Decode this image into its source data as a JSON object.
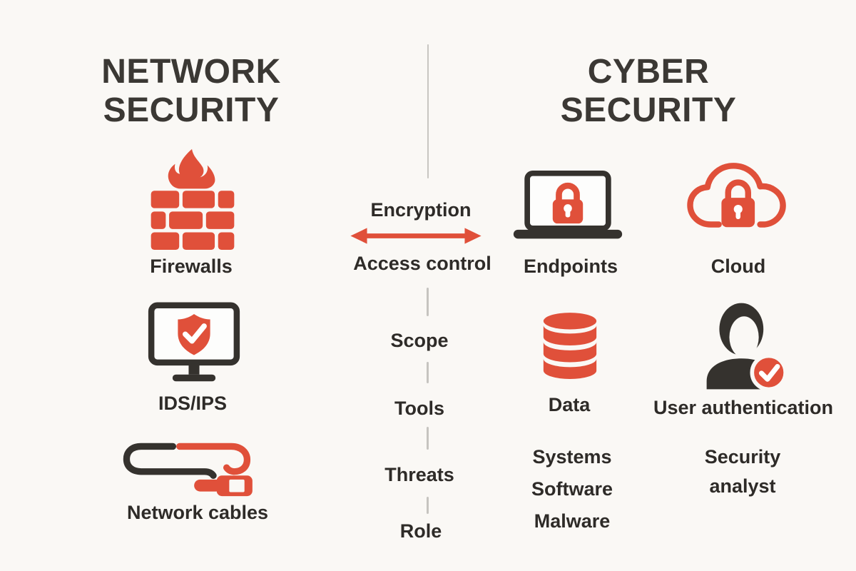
{
  "palette": {
    "background": "#FAF8F5",
    "accent_red": "#E0503A",
    "ink": "#35322E",
    "divider_gray": "#C8C6C2",
    "screen_white": "#FDFDFC"
  },
  "left_column": {
    "title_line1": "NETWORK",
    "title_line2": "SECURITY",
    "items": [
      {
        "icon": "firewall-icon",
        "label": "Firewalls"
      },
      {
        "icon": "ids-ips-monitor-icon",
        "label": "IDS/IPS"
      },
      {
        "icon": "network-cables-icon",
        "label": "Network cables"
      }
    ]
  },
  "center_column": {
    "shared_terms": [
      "Encryption",
      "Access control"
    ],
    "arrow_icon": "double-arrow-icon",
    "axis_terms": [
      "Scope",
      "Tools",
      "Threats",
      "Role"
    ]
  },
  "right_column": {
    "title_line1": "CYBER",
    "title_line2": "SECURITY",
    "items": [
      {
        "icon": "laptop-lock-icon",
        "label": "Endpoints"
      },
      {
        "icon": "cloud-lock-icon",
        "label": "Cloud"
      },
      {
        "icon": "database-icon",
        "label": "Data"
      },
      {
        "icon": "user-check-icon",
        "label": "User authentication"
      }
    ],
    "threat_list": [
      "Systems",
      "Software",
      "Malware"
    ],
    "role_label": "Security analyst"
  }
}
